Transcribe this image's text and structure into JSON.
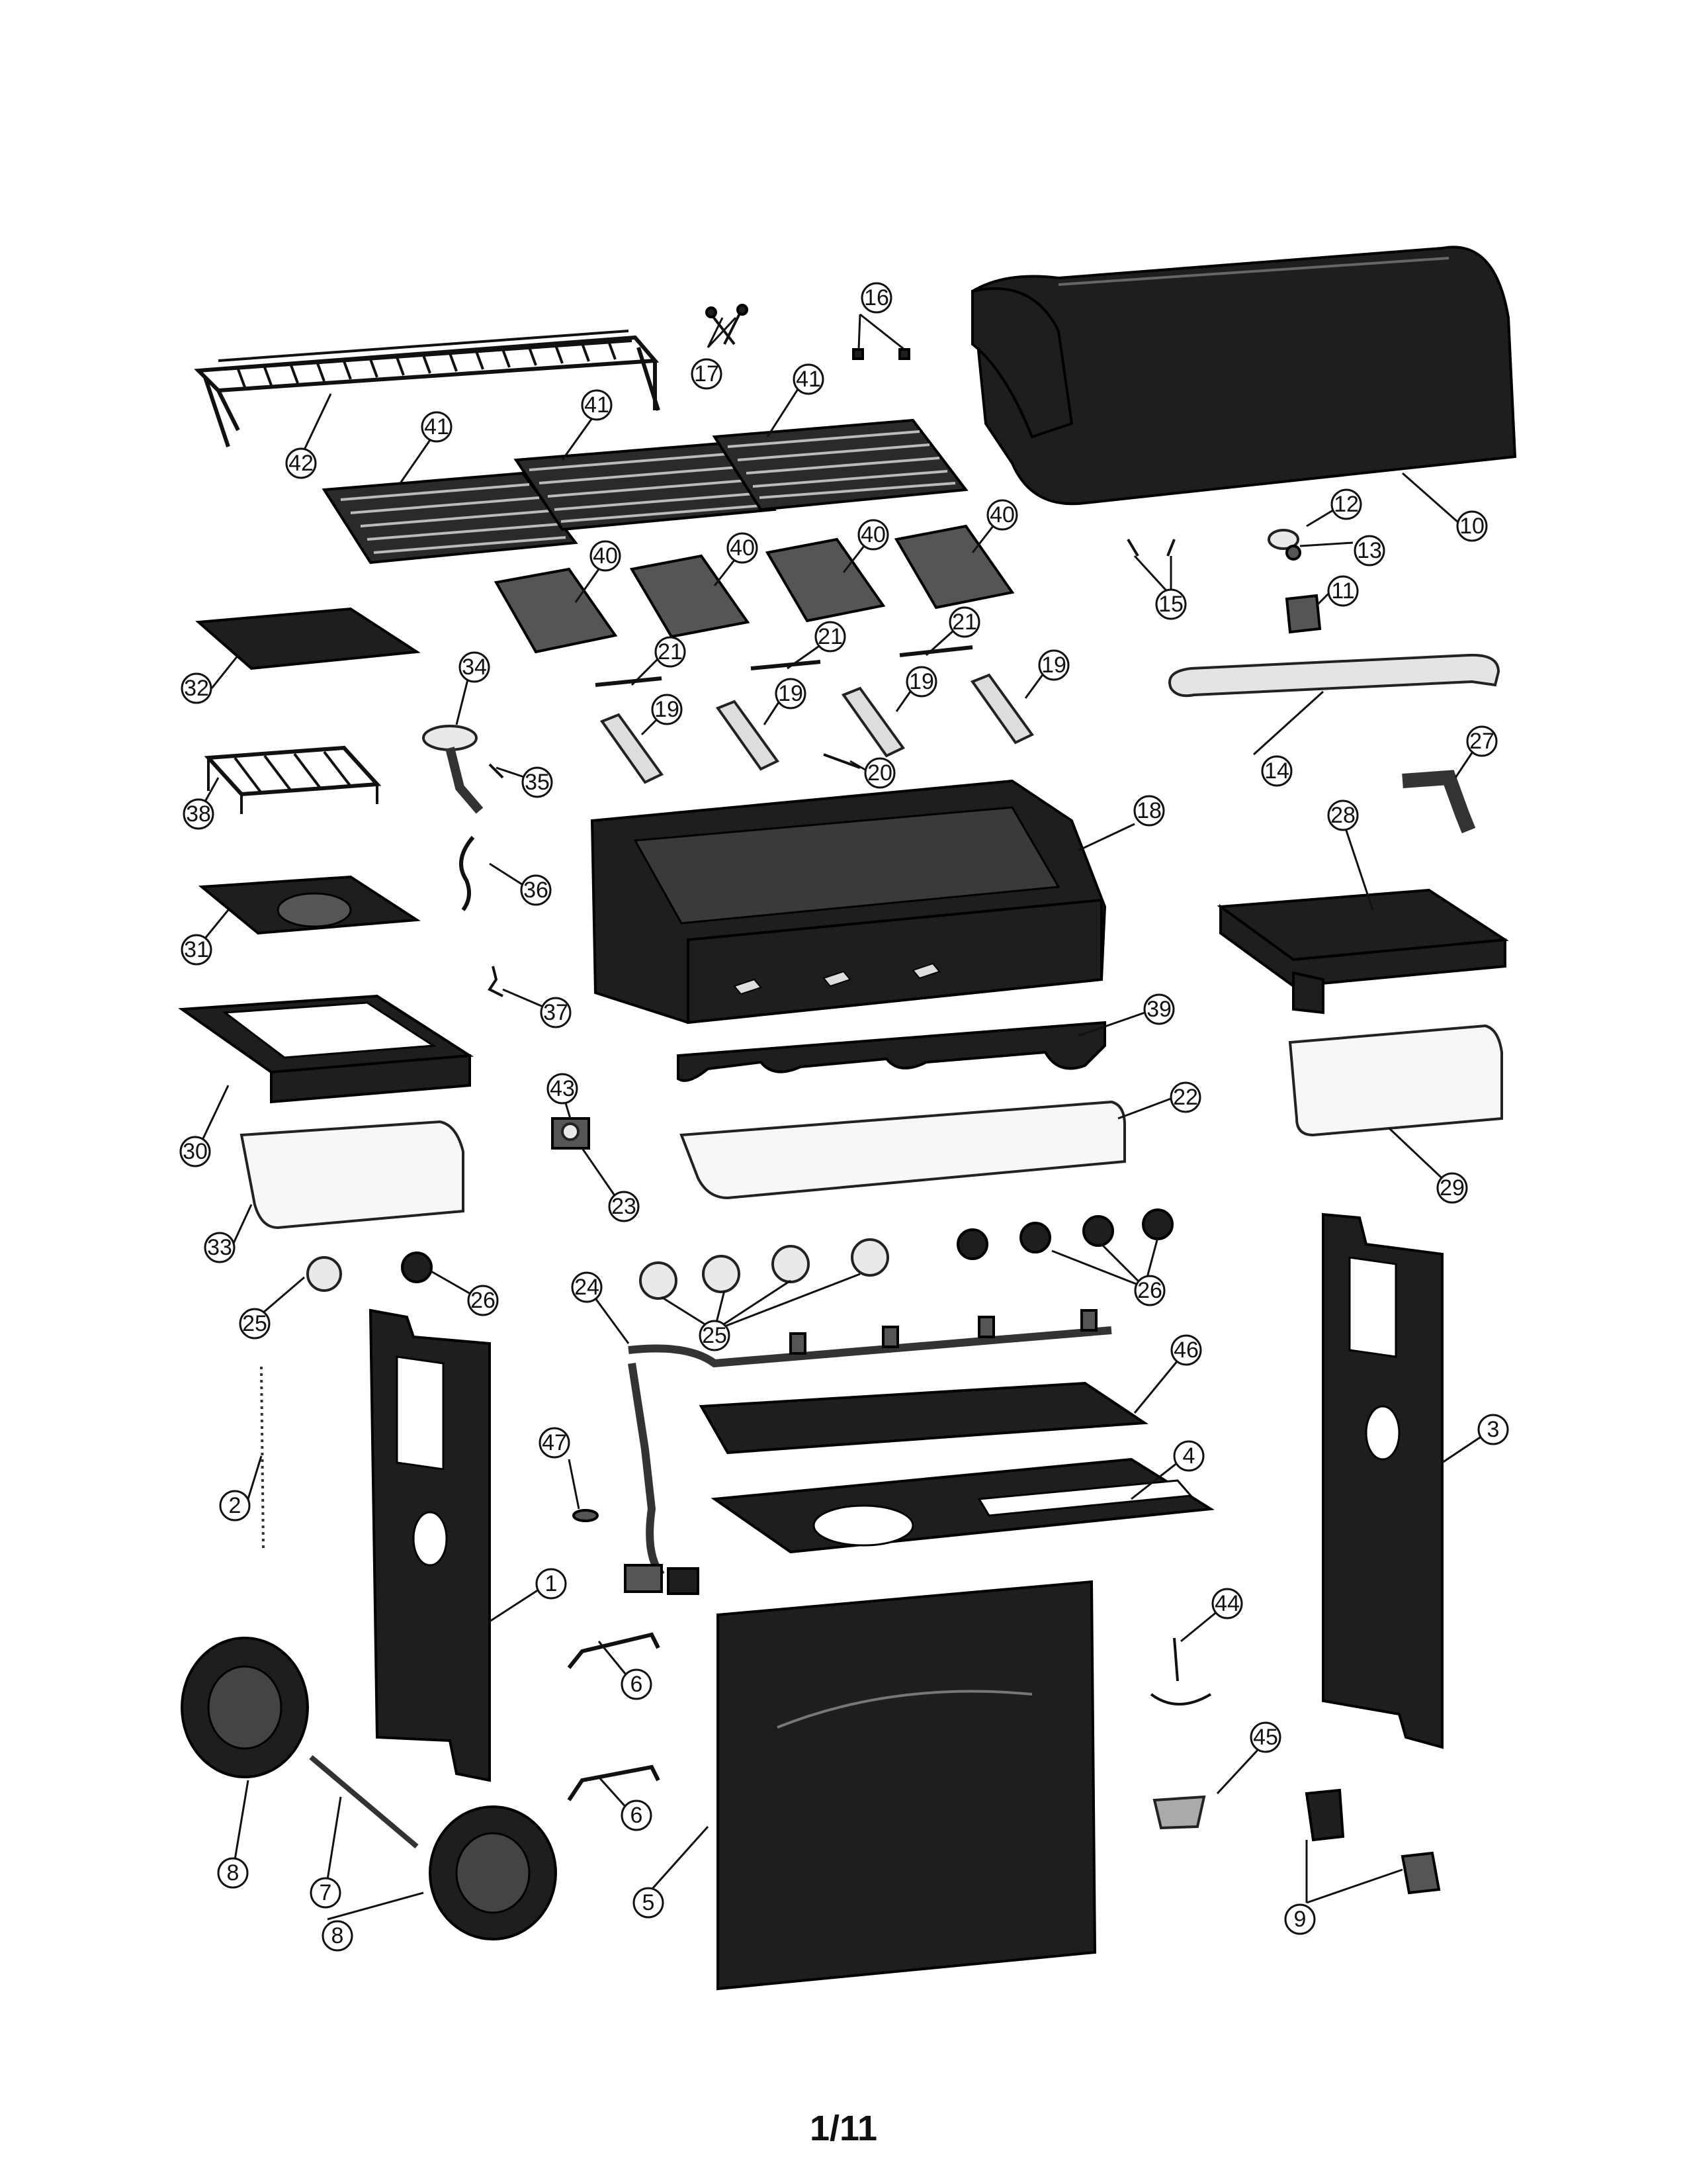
{
  "page": {
    "number": "1/11"
  },
  "callouts": {
    "p1": "1",
    "p2": "2",
    "p3": "3",
    "p4": "4",
    "p5": "5",
    "p6a": "6",
    "p6b": "6",
    "p7": "7",
    "p8a": "8",
    "p8b": "8",
    "p9": "9",
    "p10": "10",
    "p11": "11",
    "p12": "12",
    "p13": "13",
    "p14": "14",
    "p15": "15",
    "p16": "16",
    "p17": "17",
    "p18": "18",
    "p19a": "19",
    "p19b": "19",
    "p19c": "19",
    "p19d": "19",
    "p20": "20",
    "p21a": "21",
    "p21b": "21",
    "p21c": "21",
    "p22": "22",
    "p23": "23",
    "p24": "24",
    "p25a": "25",
    "p25b": "25",
    "p26a": "26",
    "p26b": "26",
    "p27": "27",
    "p28": "28",
    "p29": "29",
    "p30": "30",
    "p31": "31",
    "p32": "32",
    "p33": "33",
    "p34": "34",
    "p35": "35",
    "p36": "36",
    "p37": "37",
    "p38": "38",
    "p39": "39",
    "p40a": "40",
    "p40b": "40",
    "p40c": "40",
    "p40d": "40",
    "p41a": "41",
    "p41b": "41",
    "p41c": "41",
    "p42": "42",
    "p43": "43",
    "p44": "44",
    "p45": "45",
    "p46": "46",
    "p47": "47"
  }
}
